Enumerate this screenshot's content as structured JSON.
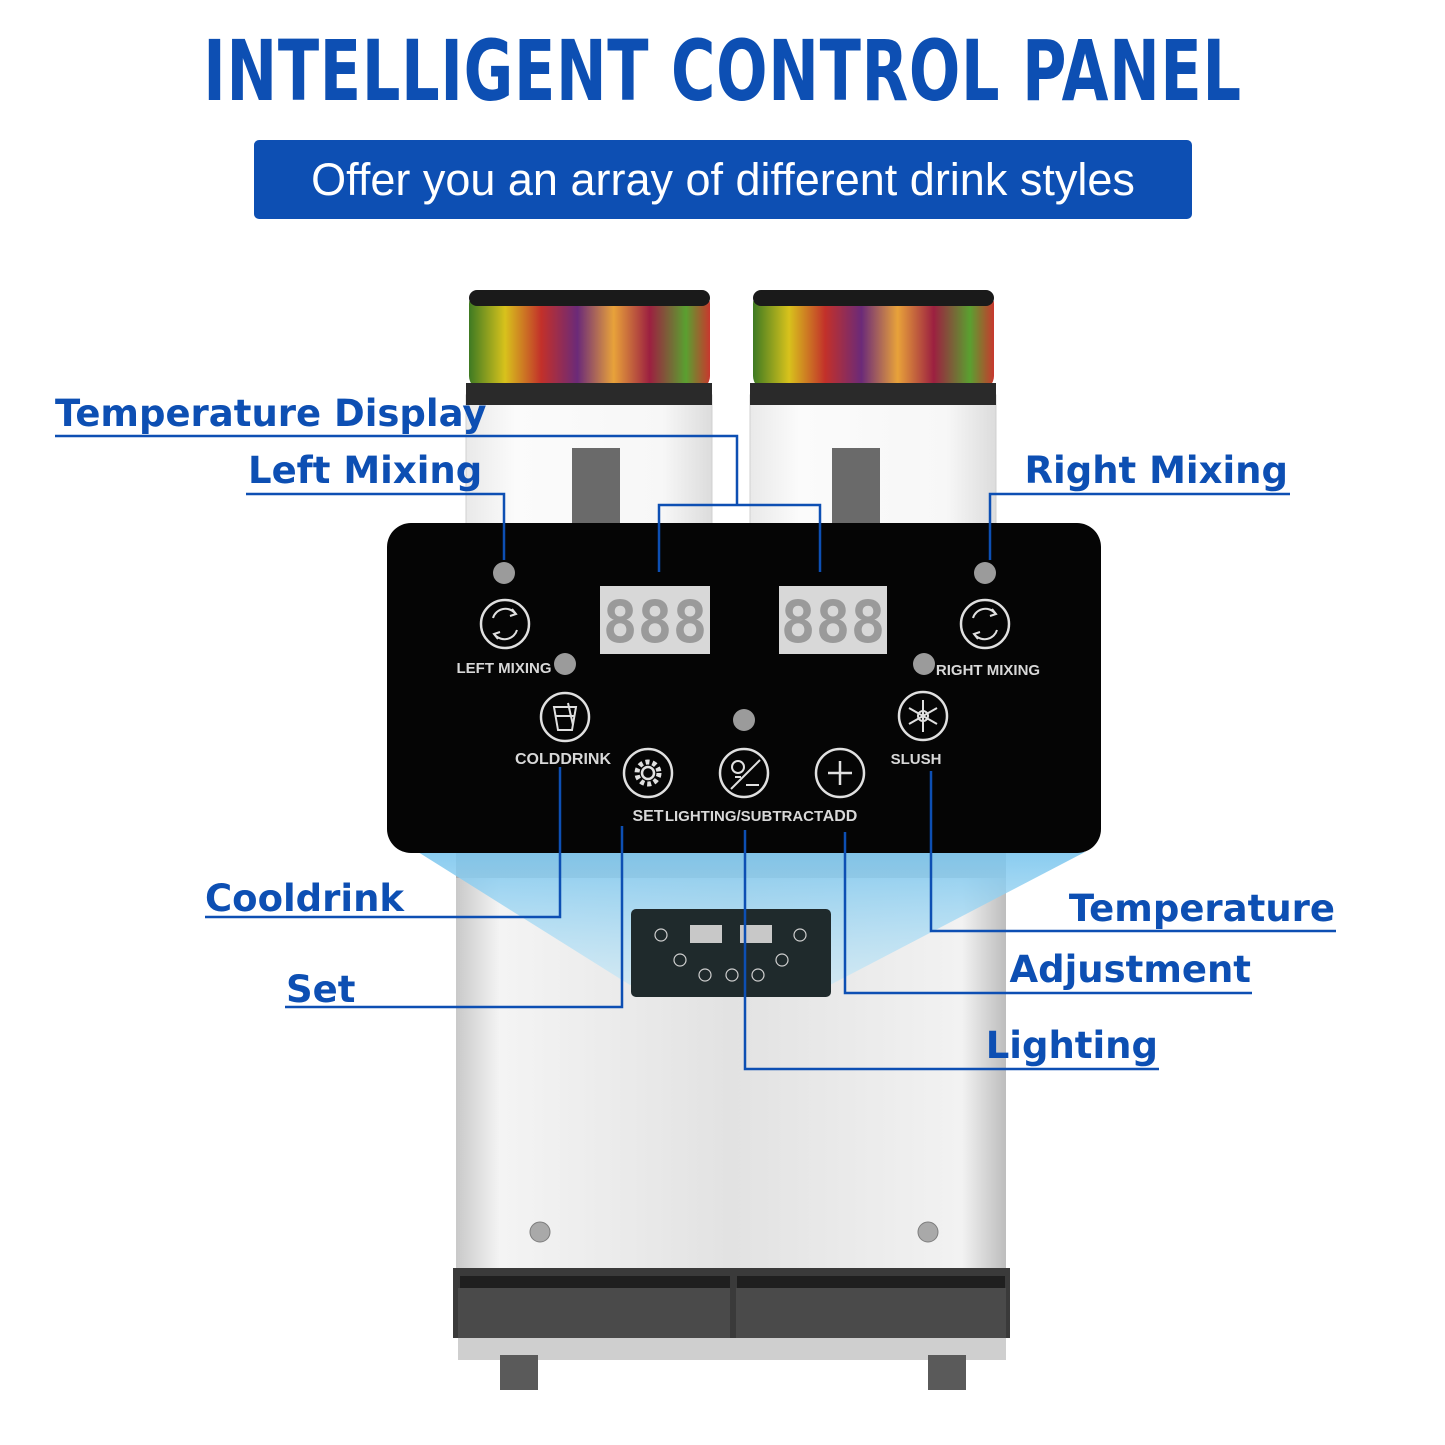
{
  "header": {
    "title": "INTELLIGENT CONTROL PANEL",
    "subtitle": "Offer you an array of different drink styles"
  },
  "colors": {
    "brand_blue": "#0d4fb3",
    "panel_black": "#050505",
    "display_bg": "#d8d8d8",
    "display_digit": "#9a9a9a",
    "highlight": "#8fcff0",
    "steel": "#e6e6e6"
  },
  "callouts": {
    "temperature_display": "Temperature Display",
    "left_mixing": "Left Mixing",
    "right_mixing": "Right Mixing",
    "cooldrink": "Cooldrink",
    "set": "Set",
    "temperature": "Temperature",
    "adjustment": "Adjustment",
    "lighting": "Lighting"
  },
  "panel": {
    "display_left": "888",
    "display_right": "888",
    "left_mixing": "LEFT MIXING",
    "right_mixing": "RIGHT MIXING",
    "colddrink": "COLDDRINK",
    "slush": "SLUSH",
    "set": "SET",
    "lighting_subtract": "LIGHTING/SUBTRACT",
    "add": "ADD"
  },
  "icons": {
    "mixing": "rotate-arrows-icon",
    "colddrink": "cup-icon",
    "slush": "snowflake-icon",
    "set": "gear-icon",
    "lighting": "bulb-minus-icon",
    "add": "plus-icon"
  }
}
